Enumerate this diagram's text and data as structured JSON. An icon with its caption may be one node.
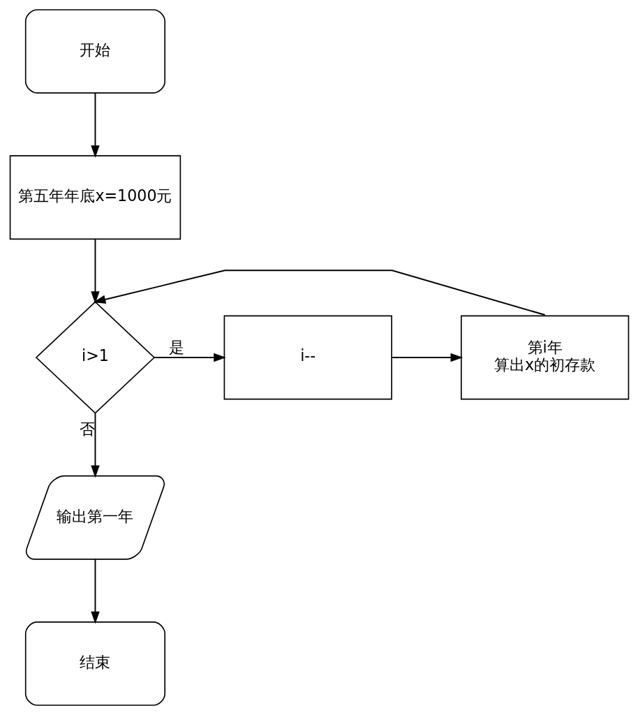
{
  "diagram": {
    "nodes": [
      {
        "text": [
          "开始"
        ]
      },
      {
        "text": [
          "第五年年底x=1000元"
        ]
      },
      {
        "text": [
          "i>1"
        ]
      },
      {
        "text": [
          "i--"
        ]
      },
      {
        "text": [
          "第i年",
          "算出x的初存款"
        ]
      },
      {
        "text": [
          "输出第一年"
        ]
      },
      {
        "text": [
          "结束"
        ]
      }
    ],
    "edges": [
      {
        "from": 0,
        "to": 1,
        "arrow": "to"
      },
      {
        "from": 1,
        "to": 2,
        "arrow": "to"
      },
      {
        "from": 2,
        "to": 3,
        "arrow": "to",
        "label": "是"
      },
      {
        "from": 3,
        "to": 4,
        "arrow": "to"
      },
      {
        "from": 4,
        "to": 2,
        "arrow": "to"
      },
      {
        "from": 2,
        "to": 5,
        "arrow": "to",
        "label": "否"
      },
      {
        "from": 5,
        "to": 6,
        "arrow": "to"
      }
    ]
  }
}
